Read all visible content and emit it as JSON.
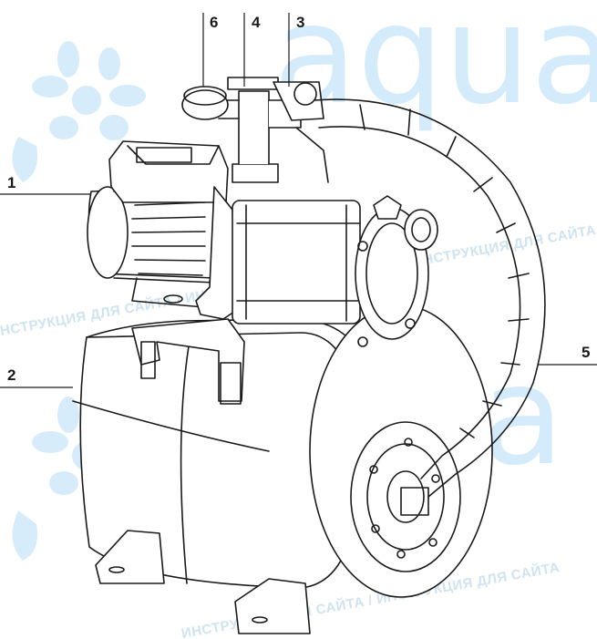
{
  "watermark": {
    "logo_text": "aqua",
    "caption": "ИНСТРУКЦИЯ ДЛЯ САЙТА / ИНСТРУКЦИЯ ДЛЯ САЙТА",
    "color": "#cfe3f1"
  },
  "callouts": [
    {
      "id": "1",
      "label": "1"
    },
    {
      "id": "2",
      "label": "2"
    },
    {
      "id": "3",
      "label": "3"
    },
    {
      "id": "4",
      "label": "4"
    },
    {
      "id": "5",
      "label": "5"
    },
    {
      "id": "6",
      "label": "6"
    }
  ],
  "colors": {
    "line": "#1a1a1a",
    "background": "#ffffff"
  }
}
